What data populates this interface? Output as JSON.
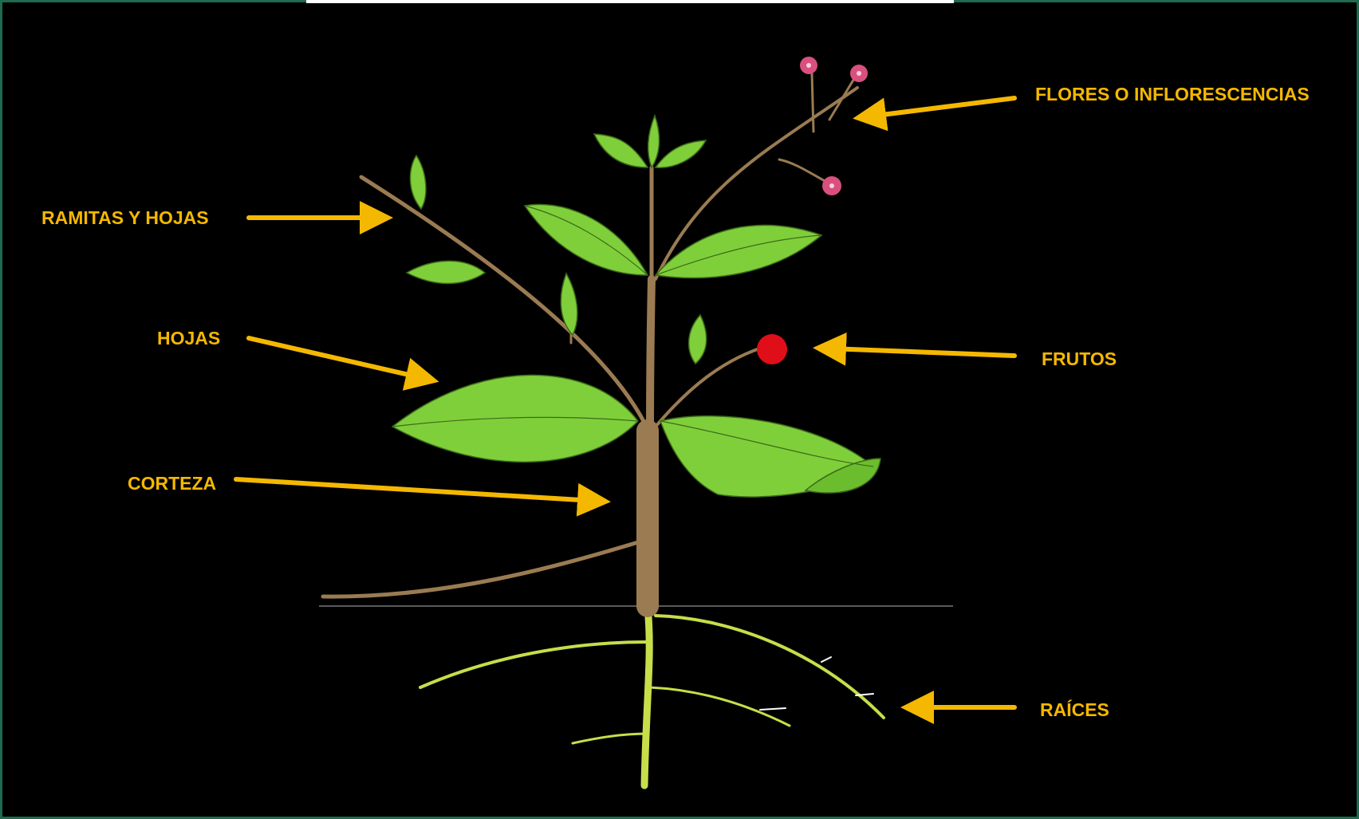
{
  "colors": {
    "background": "#000000",
    "label": "#f5b800",
    "frame": "#1f6b4f",
    "leaf": "#7fcf3a",
    "stem": "#9a7b52",
    "root": "#c8dd4a",
    "fruit": "#e00e19",
    "flower": "#d9507f"
  },
  "labels": {
    "flowers": "FLORES O INFLORESCENCIAS",
    "twigs_leaves": "RAMITAS Y HOJAS",
    "leaves": "HOJAS",
    "fruits": "FRUTOS",
    "bark": "CORTEZA",
    "roots": "RAÍCES"
  }
}
